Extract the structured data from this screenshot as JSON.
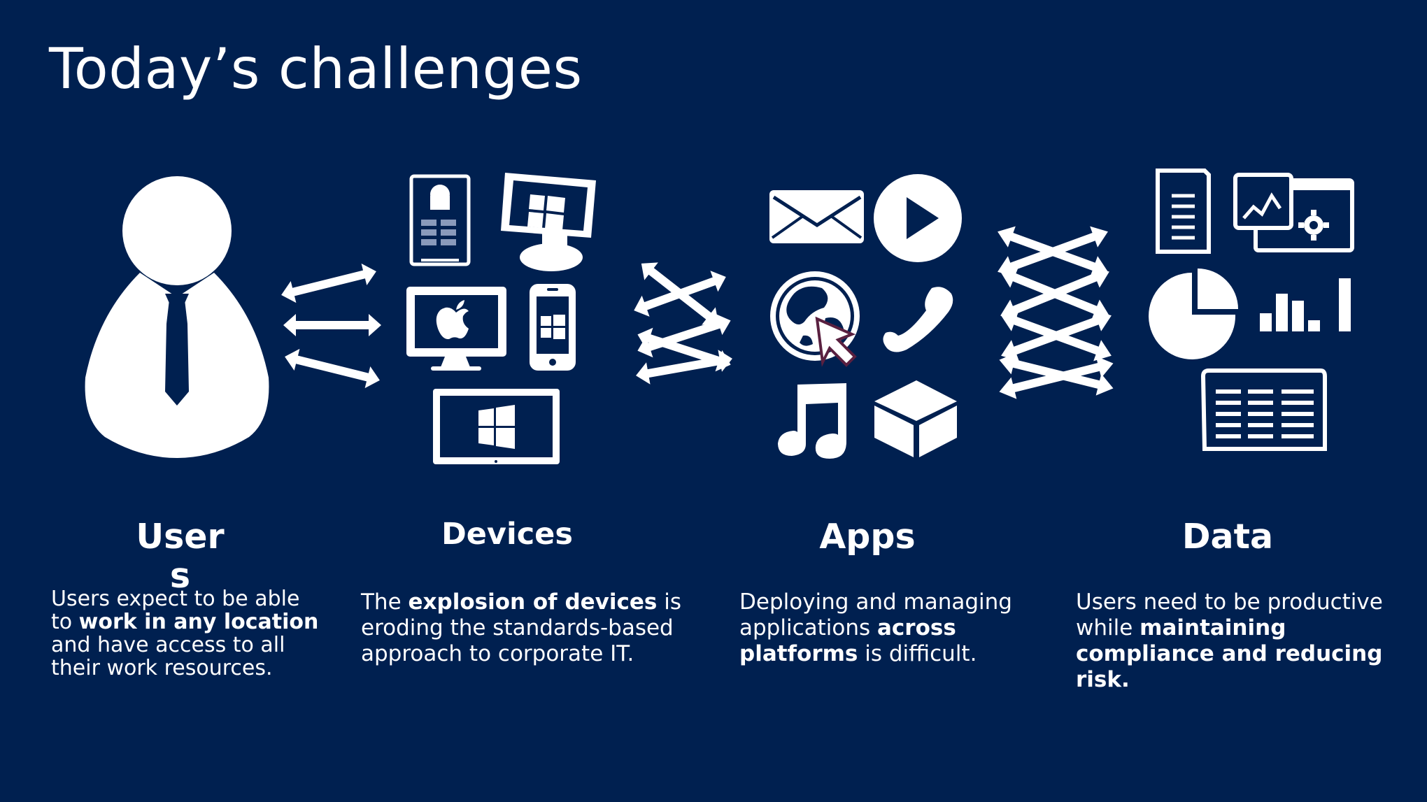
{
  "slide": {
    "title": "Today’s challenges"
  },
  "columns": [
    {
      "heading": "User s",
      "description": [
        {
          "text": "Users expect to be able to ",
          "bold": false
        },
        {
          "text": "work in any location",
          "bold": true
        },
        {
          "text": " and have access to all their work resources.",
          "bold": false
        }
      ]
    },
    {
      "heading": "Devices",
      "description": [
        {
          "text": "The ",
          "bold": false
        },
        {
          "text": "explosion of devices",
          "bold": true
        },
        {
          "text": " is eroding the standards-based approach to corporate IT.",
          "bold": false
        }
      ]
    },
    {
      "heading": "Apps",
      "description": [
        {
          "text": "Deploying and managing applications ",
          "bold": false
        },
        {
          "text": "across platforms",
          "bold": true
        },
        {
          "text": " is difficult.",
          "bold": false
        }
      ]
    },
    {
      "heading": "Data",
      "description": [
        {
          "text": "Users need to be productive while ",
          "bold": false
        },
        {
          "text": "maintaining compliance and reducing risk.",
          "bold": true
        }
      ]
    }
  ],
  "icons": {
    "users": [
      "user-icon"
    ],
    "devices": [
      "android-phone-icon",
      "windows-monitor-icon",
      "apple-monitor-icon",
      "windows-phone-icon",
      "windows-tablet-icon"
    ],
    "apps": [
      "mail-icon",
      "play-icon",
      "globe-cursor-icon",
      "phone-icon",
      "music-note-icon",
      "package-icon"
    ],
    "data": [
      "document-icon",
      "dashboard-settings-icon",
      "pie-chart-icon",
      "bar-chart-icon",
      "spreadsheet-icon"
    ]
  },
  "colors": {
    "background": "#002050",
    "foreground": "#ffffff"
  }
}
